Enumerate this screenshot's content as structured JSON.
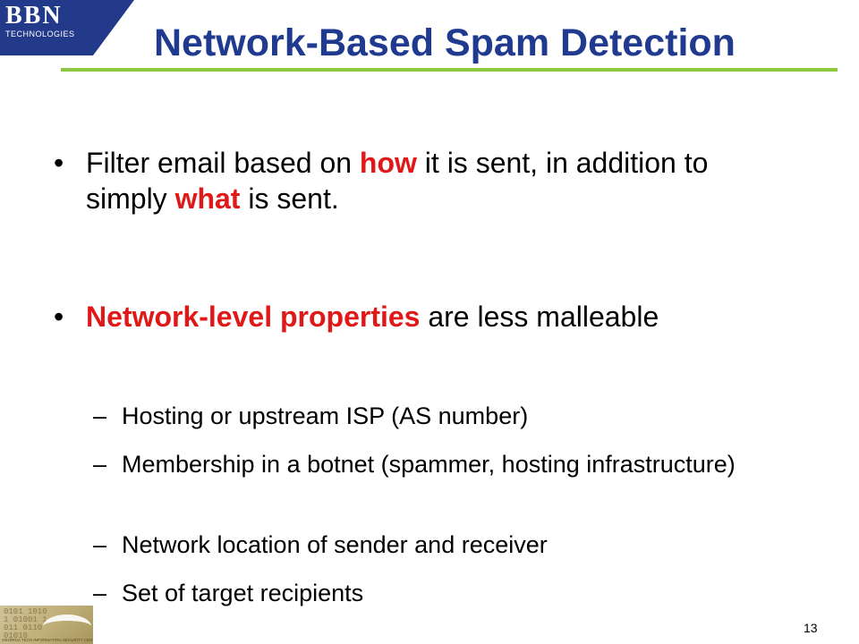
{
  "logo": {
    "mark": "BBN",
    "subtitle": "TECHNOLOGIES"
  },
  "title": "Network-Based Spam Detection",
  "bullets": [
    {
      "parts": [
        "Filter email based on ",
        "how",
        " it is sent, in addition to simply ",
        "what",
        " is sent."
      ]
    },
    {
      "parts": [
        "Network-level properties",
        " are less malleable"
      ]
    }
  ],
  "sub_bullets": [
    "Hosting or upstream ISP (AS number)",
    "Membership in a botnet (spammer, hosting infrastructure)",
    "Network location of sender and receiver",
    "Set of target recipients"
  ],
  "bullet_symbol": "•",
  "dash_symbol": "–",
  "footer": {
    "logo_bits": "0101 10101 01001 1011 0110 01010",
    "logo_caption": "GEORGIA TECH INFORMATION SECURITY CENTER",
    "page_number": "13"
  },
  "colors": {
    "title": "#1f3a8f",
    "accent_rule": "#8dc63f",
    "highlight": "#e01818",
    "corner": "#233a8a"
  }
}
